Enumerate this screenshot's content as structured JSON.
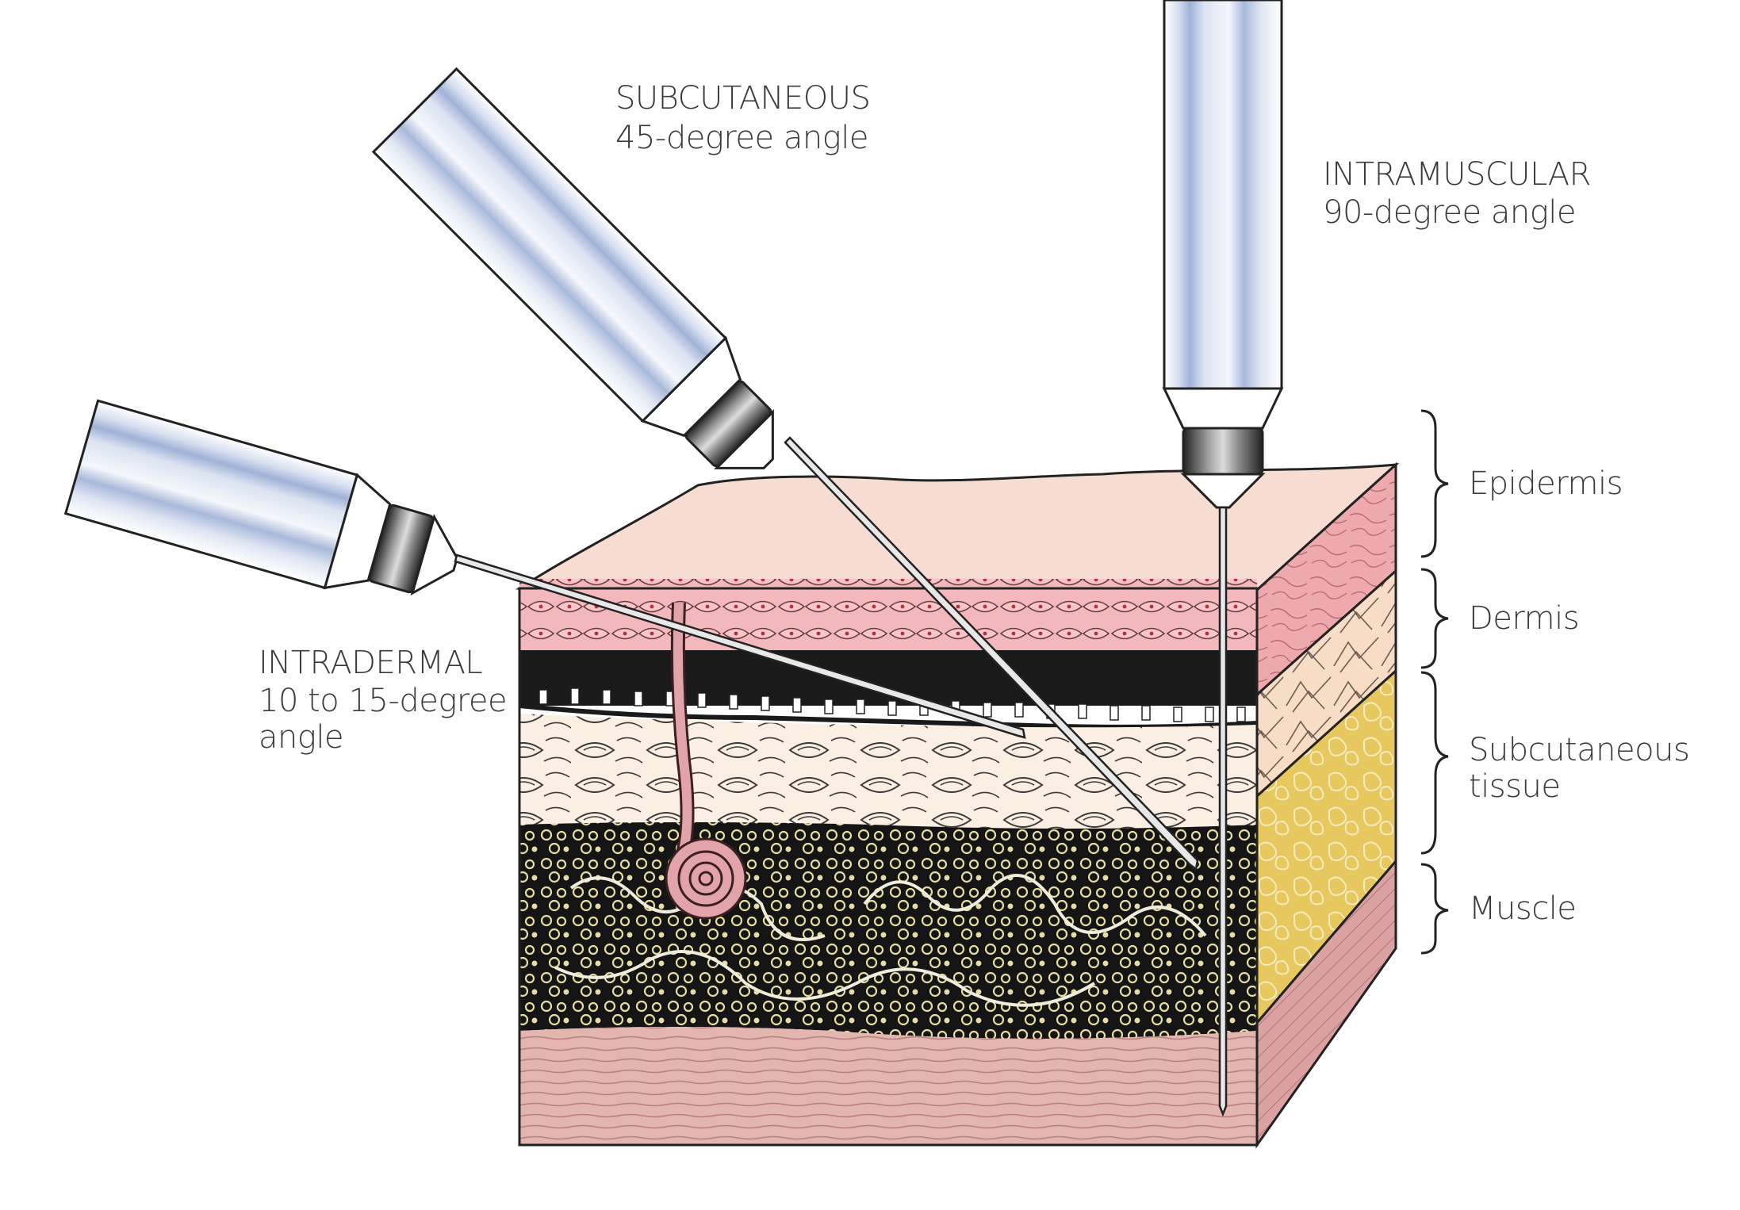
{
  "injections": {
    "subcutaneous": {
      "title": "SUBCUTANEOUS",
      "angle": "45-degree angle"
    },
    "intramuscular": {
      "title": "INTRAMUSCULAR",
      "angle": "90-degree angle"
    },
    "intradermal": {
      "title": "INTRADERMAL",
      "angle_line1": "10 to 15-degree",
      "angle_line2": "angle"
    }
  },
  "layers": {
    "epidermis": "Epidermis",
    "dermis": "Dermis",
    "subcutaneous_line1": "Subcutaneous",
    "subcutaneous_line2": "tissue",
    "muscle": "Muscle"
  },
  "icons": [
    "syringe-icon",
    "needle-icon",
    "skin-block-icon",
    "brace-icon"
  ],
  "colors": {
    "barrel_light": "#dfe6f3",
    "barrel_stripe": "#9eb0d4",
    "epidermis": "#f6dcd0",
    "dermis": "#f0b5b5",
    "subcutaneous": "#e9d48a",
    "muscle": "#d9a0a0",
    "fat_dark": "#151515",
    "text": "#3a3a3a"
  }
}
